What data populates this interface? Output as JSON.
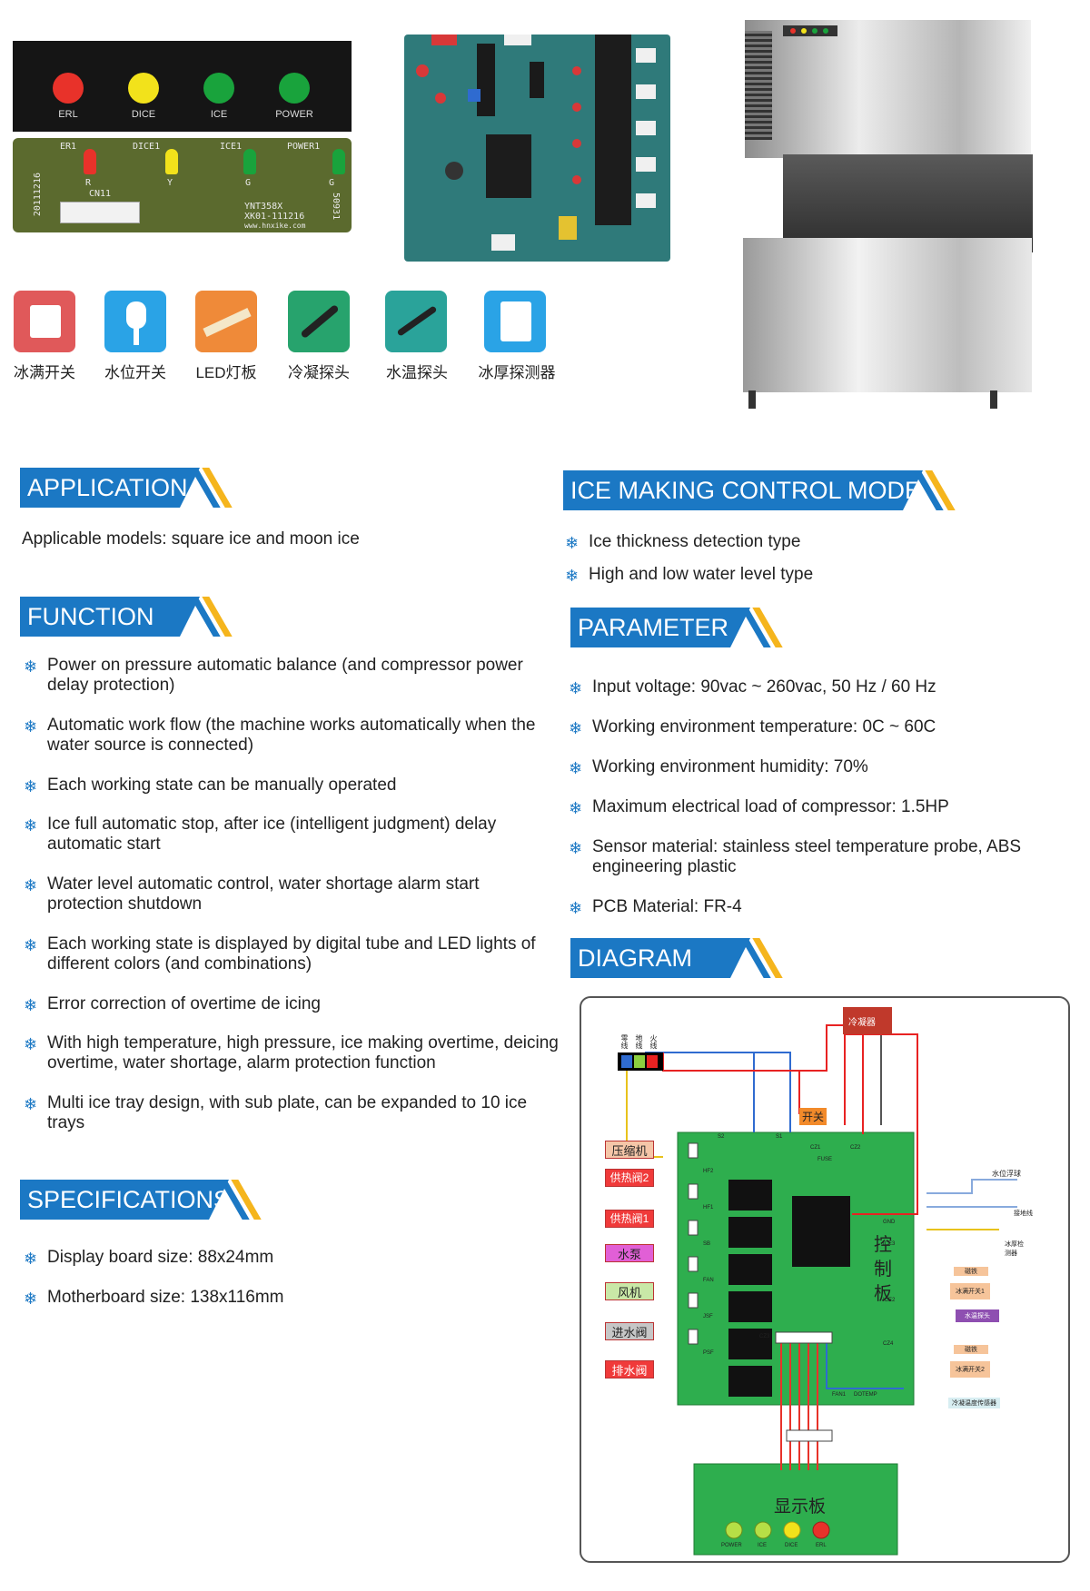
{
  "images": {
    "display_board": {
      "leds": [
        {
          "label": "ERL",
          "color": "#e8322a"
        },
        {
          "label": "DICE",
          "color": "#f2e21b"
        },
        {
          "label": "ICE",
          "color": "#19a33c"
        },
        {
          "label": "POWER",
          "color": "#19a33c"
        }
      ],
      "pcb_labels": [
        "ER1",
        "DICE1",
        "ICE1",
        "POWER1"
      ],
      "pcb_letters": [
        "R",
        "Y",
        "G",
        "G"
      ],
      "connector": "CN11",
      "date": "20111216",
      "model": "YNT358X",
      "code": "XK01-111216",
      "site": "www.hnxike.com",
      "batch": "50931"
    },
    "sensors": [
      {
        "label": "冰满开关",
        "color": "#e0595a",
        "icon": "switch-icon"
      },
      {
        "label": "水位开关",
        "color": "#2aa3e6",
        "icon": "float-switch-icon"
      },
      {
        "label": "LED灯板",
        "color": "#ef8a39",
        "icon": "led-board-icon"
      },
      {
        "label": "冷凝探头",
        "color": "#27a36d",
        "icon": "probe-icon"
      },
      {
        "label": "水温探头",
        "color": "#2aa39a",
        "icon": "probe-icon"
      },
      {
        "label": "冰厚探测器",
        "color": "#2aa3e6",
        "icon": "detector-icon"
      }
    ]
  },
  "sections": {
    "application": {
      "title": "APPLICATION",
      "text": "Applicable models: square ice and moon ice"
    },
    "control_mode": {
      "title": "ICE MAKING CONTROL MODE",
      "items": [
        "Ice thickness detection type",
        "High and low water level type"
      ]
    },
    "function": {
      "title": "FUNCTION",
      "items": [
        "Power on pressure automatic balance (and compressor power delay protection)",
        "Automatic work flow (the machine works automatically when the water source is connected)",
        "Each working state can be manually operated",
        "Ice full automatic stop, after ice (intelligent judgment) delay automatic start",
        "Water level automatic control, water shortage alarm start protection shutdown",
        "Each working state is displayed by digital tube and LED lights of different colors (and combinations)",
        "Error correction of overtime de icing",
        "With high temperature, high pressure, ice making overtime, deicing overtime, water shortage, alarm protection function",
        "Multi ice tray design, with sub plate, can be expanded to 10 ice trays"
      ]
    },
    "parameter": {
      "title": "PARAMETER",
      "items": [
        "Input voltage: 90vac ~ 260vac, 50 Hz / 60 Hz",
        "Working environment temperature: 0C ~ 60C",
        "Working environment humidity: 70%",
        "Maximum electrical load of compressor: 1.5HP",
        "Sensor material: stainless steel temperature probe, ABS engineering plastic",
        "PCB Material: FR-4"
      ]
    },
    "specifications": {
      "title": "SPECIFICATIONS",
      "items": [
        "Display board size: 88x24mm",
        "Motherboard size: 138x116mm"
      ]
    },
    "diagram": {
      "title": "DIAGRAM",
      "top_box": "冷凝器",
      "power_labels": [
        "零线",
        "地线",
        "火线"
      ],
      "switch": "开关",
      "loads": [
        {
          "label": "压缩机",
          "bg": "#f5c6a8"
        },
        {
          "label": "供热阀2",
          "bg": "#f03a3a"
        },
        {
          "label": "供热阀1",
          "bg": "#f03a3a"
        },
        {
          "label": "水泵",
          "bg": "#e15fd6"
        },
        {
          "label": "风机",
          "bg": "#c9e8a7"
        },
        {
          "label": "进水阀",
          "bg": "#c6c6c6"
        },
        {
          "label": "排水阀",
          "bg": "#f03a3a"
        }
      ],
      "board_label": [
        "控",
        "制",
        "板"
      ],
      "display_board": "显示板",
      "display_leds": [
        {
          "label": "POWER",
          "color": "#b6df46"
        },
        {
          "label": "ICE",
          "color": "#b6df46"
        },
        {
          "label": "DICE",
          "color": "#f2e21b"
        },
        {
          "label": "ERL",
          "color": "#e8322a"
        }
      ],
      "right_labels": [
        "水位浮球",
        "接地线",
        "冰厚检测器",
        "磁铁",
        "冰满开关1",
        "水温探头",
        "磁铁",
        "冰满开关2",
        "冷凝温度传感器"
      ],
      "terminal_labels": [
        "S2",
        "S1",
        "CZ1",
        "CZ2",
        "FUSE",
        "HF2",
        "HF1",
        "SB",
        "FAN",
        "JSF",
        "PSF",
        "CZ3",
        "GND",
        "ICE3",
        "FAN1",
        "DOTEMP",
        "ICE2",
        "CZ4"
      ]
    }
  }
}
